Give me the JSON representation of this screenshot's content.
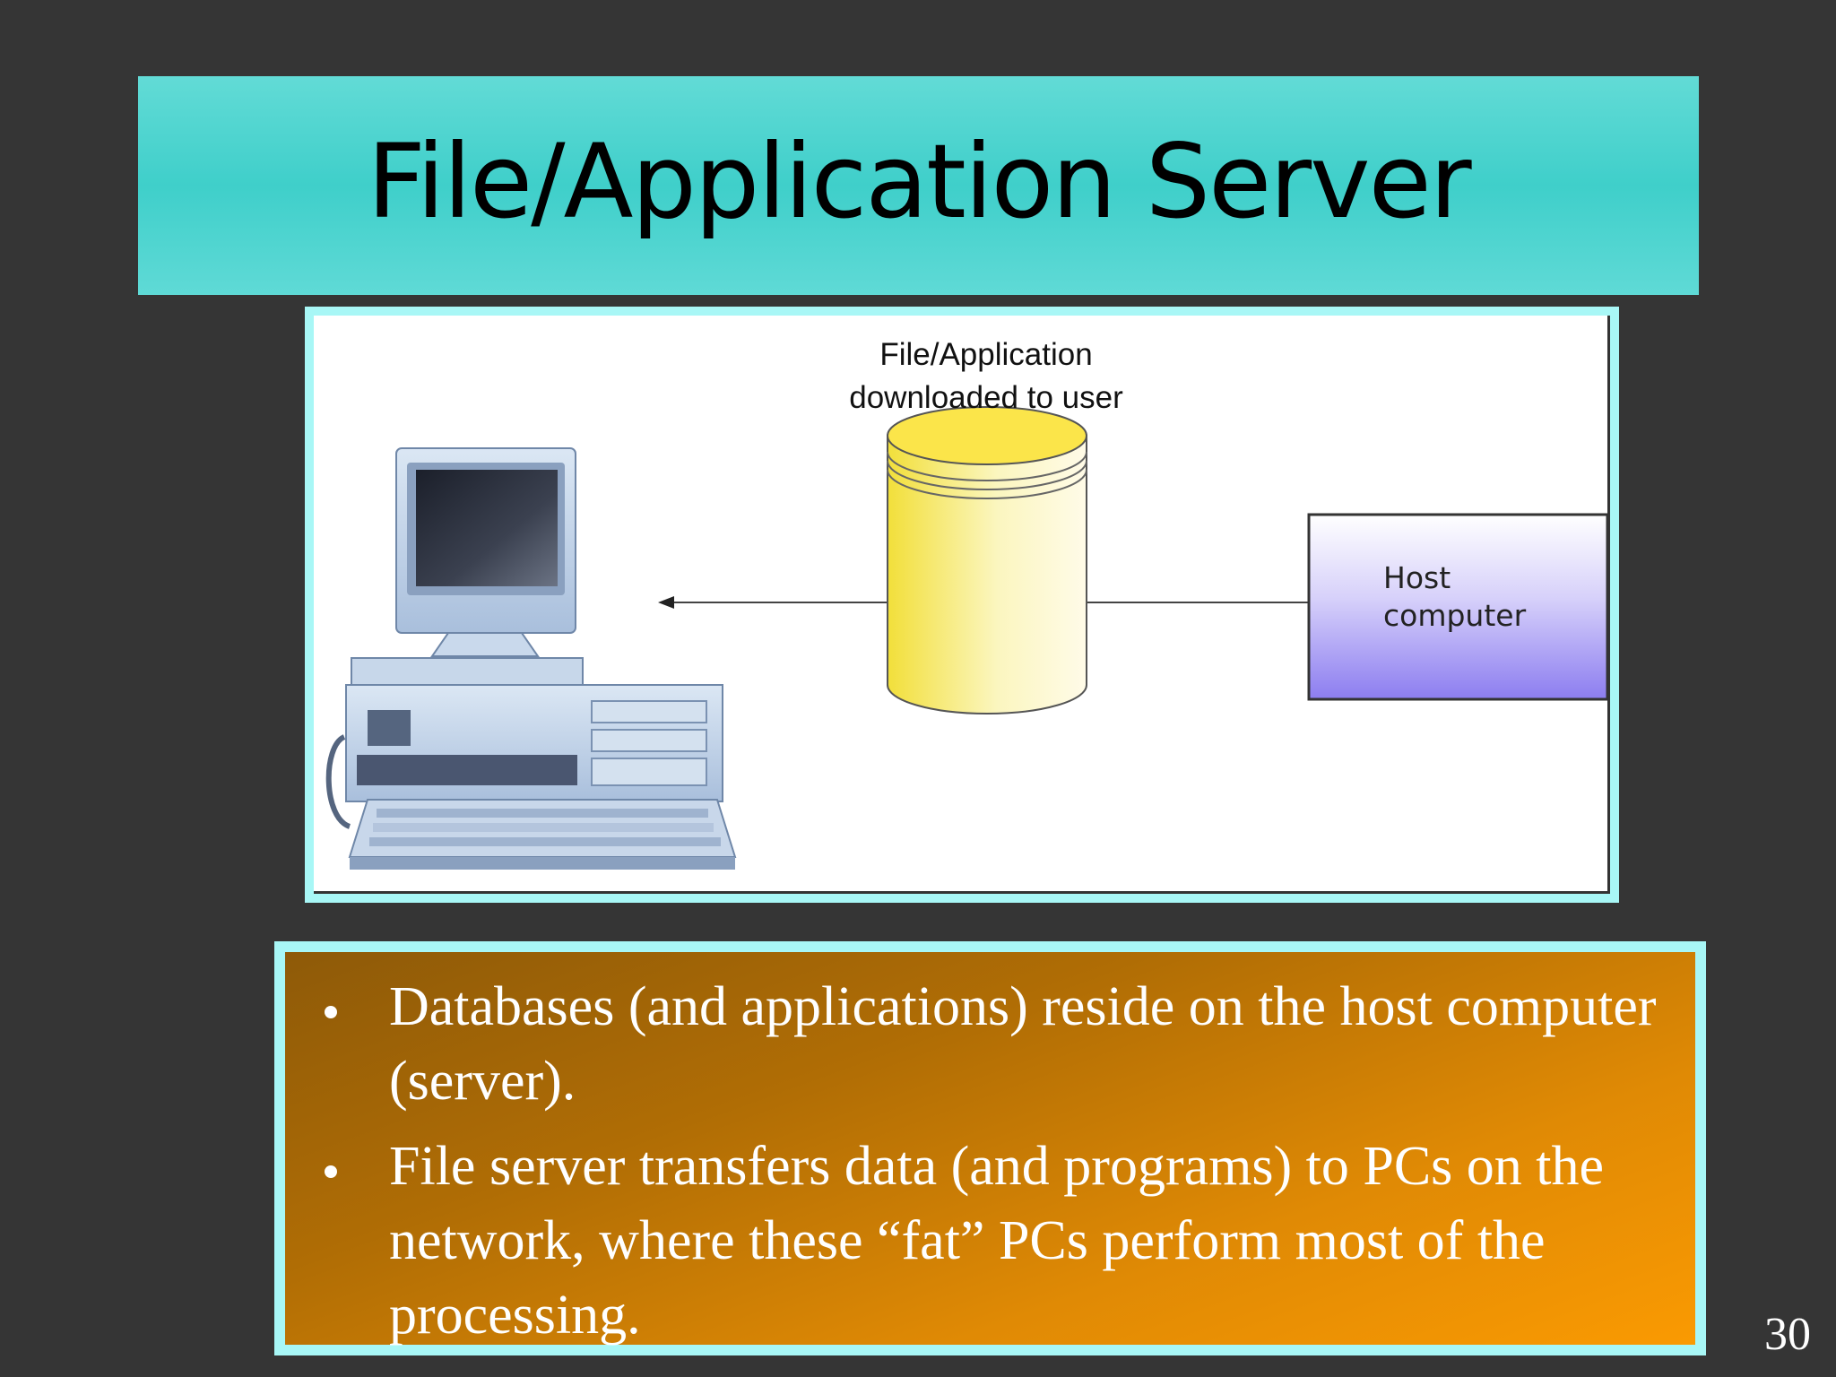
{
  "slide": {
    "title": "File/Application Server",
    "page_number": "30"
  },
  "diagram": {
    "caption": "File/Application downloaded to user",
    "host_label": "Host computer",
    "colors": {
      "database": "#f7e65c",
      "host_box": "#9d8ff0",
      "frame": "#a8f7f6",
      "pc": "#b9cde6"
    }
  },
  "bullets": [
    "Databases (and applications) reside on the host computer (server).",
    "File server transfers data (and programs) to PCs on the network, where these “fat” PCs perform most of the processing."
  ]
}
